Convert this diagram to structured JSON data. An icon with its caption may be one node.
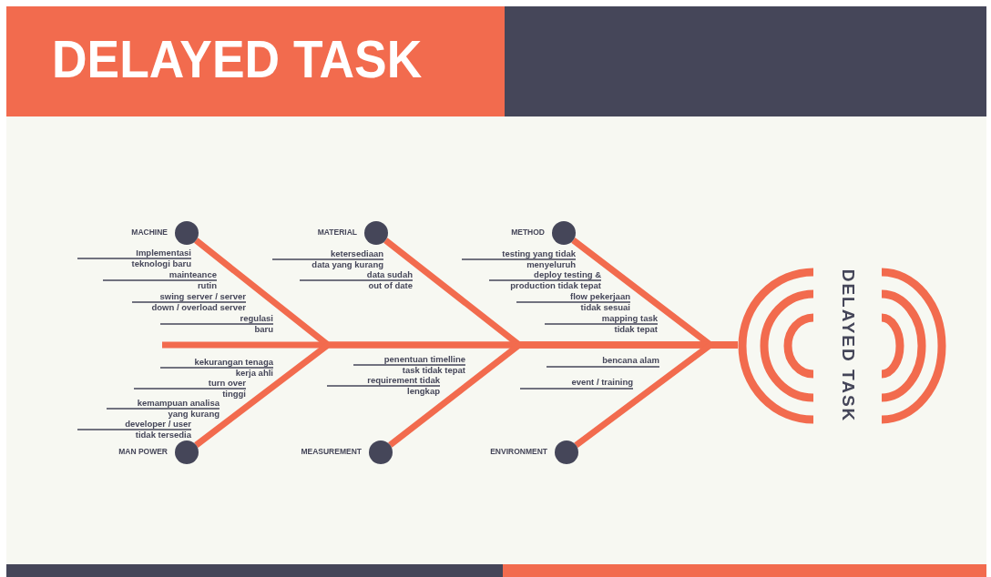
{
  "diagram": {
    "title": "DELAYED TASK",
    "nodes": [
      {
        "text": [
          "MACHINE"
        ]
      },
      {
        "text": [
          "MATERIAL"
        ]
      },
      {
        "text": [
          "METHOD"
        ]
      },
      {
        "text": [
          "DELAYED TASK"
        ]
      },
      {
        "text": [
          "MAN POWER"
        ]
      },
      {
        "text": [
          "MEASUREMENT"
        ]
      },
      {
        "text": [
          "ENVIRONMENT"
        ]
      }
    ],
    "edges": [
      {
        "from": 0,
        "to": 3,
        "arrow": "none"
      },
      {
        "from": 1,
        "to": 3,
        "arrow": "none"
      },
      {
        "from": 2,
        "to": 3,
        "arrow": "none"
      },
      {
        "from": 4,
        "to": 3,
        "arrow": "none"
      },
      {
        "from": 5,
        "to": 3,
        "arrow": "none"
      },
      {
        "from": 6,
        "to": 3,
        "arrow": "none"
      }
    ],
    "labels": [
      "Implementasi teknologi baru",
      "mainteance rutin",
      "swing server / server down / overload server",
      "regulasi baru",
      "ketersediaan data yang kurang",
      "data sudah out of date",
      "testing yang tidak menyeluruh",
      "deploy testing & production tidak tepat",
      "flow pekerjaan tidak sesuai",
      "mapping task tidak tepat",
      "kekurangan tenaga kerja ahli",
      "turn over tinggi",
      "kemampuan analisa yang kurang",
      "developer / user tidak tersedia",
      "penentuan timelline task tidak tepat",
      "requirement tidak lengkap",
      "bencana alam",
      "event / training"
    ]
  }
}
